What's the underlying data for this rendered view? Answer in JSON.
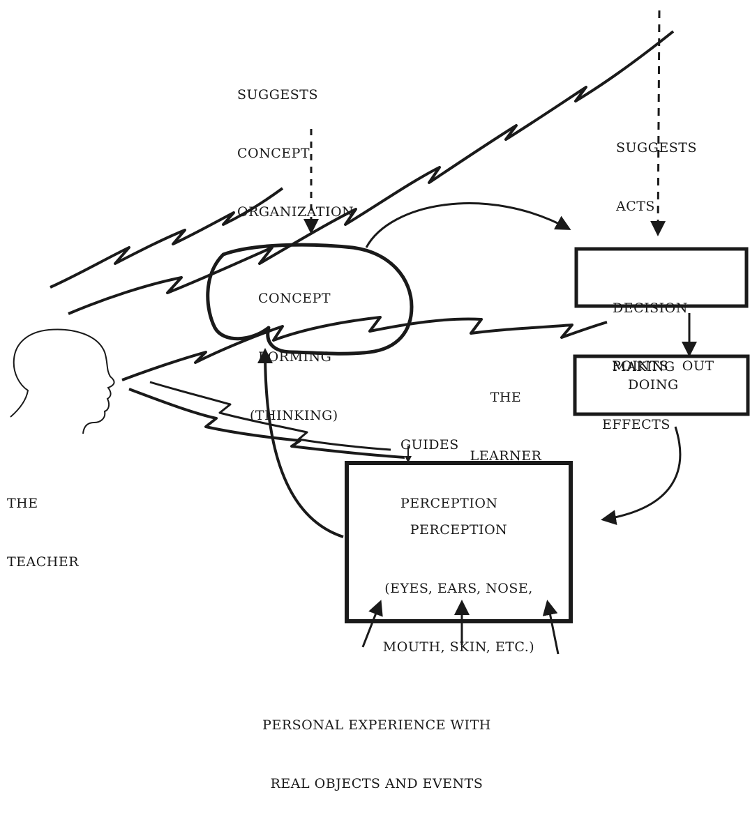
{
  "labels": {
    "suggests_concept": [
      "SUGGESTS",
      "CONCEPT",
      "ORGANIZATION"
    ],
    "suggests_acts": [
      "SUGGESTS",
      "ACTS"
    ],
    "concept_forming": [
      "CONCEPT",
      "FORMING",
      "(THINKING)"
    ],
    "decision_making": [
      "DECISION",
      "MAKING"
    ],
    "points_out": [
      "POINTS   OUT",
      "EFFECTS"
    ],
    "learner": [
      "THE",
      "LEARNER"
    ],
    "doing": "DOING",
    "guides_perception": [
      "GUIDES",
      "PERCEPTION"
    ],
    "teacher": [
      "THE",
      "TEACHER"
    ],
    "perception": [
      "PERCEPTION",
      "(EYES, EARS, NOSE,",
      "MOUTH, SKIN, ETC.)"
    ],
    "experience": [
      "PERSONAL EXPERIENCE WITH",
      "REAL OBJECTS AND EVENTS"
    ]
  }
}
